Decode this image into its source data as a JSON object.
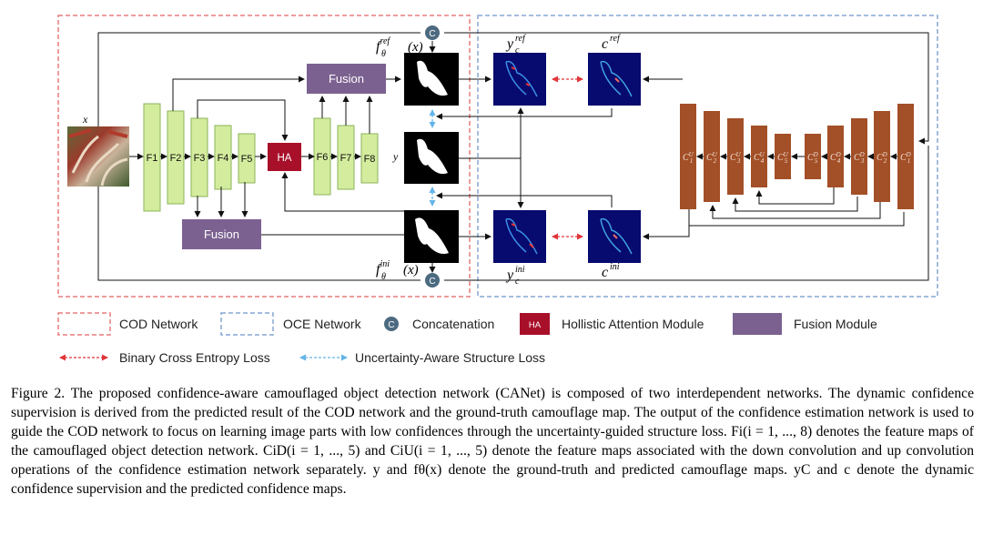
{
  "diagram": {
    "input_label": "x",
    "encoder_blocks": [
      "F1",
      "F2",
      "F3",
      "F4",
      "F5"
    ],
    "decoder_blocks": [
      "F6",
      "F7",
      "F8"
    ],
    "ha_label": "HA",
    "fusion_label": "Fusion",
    "gt_label": "y",
    "concat_symbol": "C",
    "f_ref": {
      "base": "f",
      "sup": "ref",
      "sub": "θ",
      "arg": "(x)"
    },
    "f_ini": {
      "base": "f",
      "sup": "ini",
      "sub": "θ",
      "arg": "(x)"
    },
    "yc_ref": {
      "base": "y",
      "sub": "c",
      "sup": "ref"
    },
    "yc_ini": {
      "base": "y",
      "sub": "c",
      "sup": "ini"
    },
    "c_ref": {
      "base": "c",
      "sup": "ref"
    },
    "c_ini": {
      "base": "c",
      "sup": "ini"
    },
    "oce_blocks": [
      {
        "base": "C",
        "sup": "U",
        "sub": "1"
      },
      {
        "base": "C",
        "sup": "U",
        "sub": "2"
      },
      {
        "base": "C",
        "sup": "U",
        "sub": "3"
      },
      {
        "base": "C",
        "sup": "U",
        "sub": "4"
      },
      {
        "base": "C",
        "sup": "U",
        "sub": "5"
      },
      {
        "base": "C",
        "sup": "D",
        "sub": "5"
      },
      {
        "base": "C",
        "sup": "D",
        "sub": "4"
      },
      {
        "base": "C",
        "sup": "D",
        "sub": "3"
      },
      {
        "base": "C",
        "sup": "D",
        "sub": "2"
      },
      {
        "base": "C",
        "sup": "D",
        "sub": "1"
      }
    ],
    "colors": {
      "block_green": "#d4ec9d",
      "block_green_border": "#8ab55a",
      "ha_red": "#a8102a",
      "fusion_purple": "#7b6190",
      "oce_brown": "#a34f27",
      "cod_border": "#e87b7b",
      "oce_border": "#86a7d3",
      "concat_gray": "#4c6a80",
      "bce_red": "#e0353a",
      "uas_blue": "#63b4e8"
    }
  },
  "legend": {
    "cod_network": "COD Network",
    "oce_network": "OCE Network",
    "concat_symbol": "C",
    "concatenation": "Concatenation",
    "ha_symbol": "HA",
    "holistic_attention": "Hollistic Attention Module",
    "fusion_module": "Fusion Module",
    "bce_loss": "Binary Cross Entropy Loss",
    "uas_loss": "Uncertainty-Aware Structure Loss"
  },
  "caption": [
    "Figure 2. The proposed confidence-aware camouflaged object detection network (CANet) is composed of two interdependent networks. The dynamic confidence supervision is derived from the predicted result of the COD network and the ground-truth camouflage map. The output of the confidence estimation network is used to guide the COD network to focus on learning image parts with low confidences through the uncertainty-guided structure loss. Fi(i = 1, ..., 8) denotes the feature maps of the camouflaged object detection network. CiD(i = 1, ..., 5) and CiU(i = 1, ..., 5) denote the feature maps associated with the down convolution and up convolution operations of the confidence estimation network separately. y and fθ(x) denote the ground-truth and predicted camouflage maps. yC and c denote the dynamic confidence supervision and the predicted confidence maps."
  ]
}
